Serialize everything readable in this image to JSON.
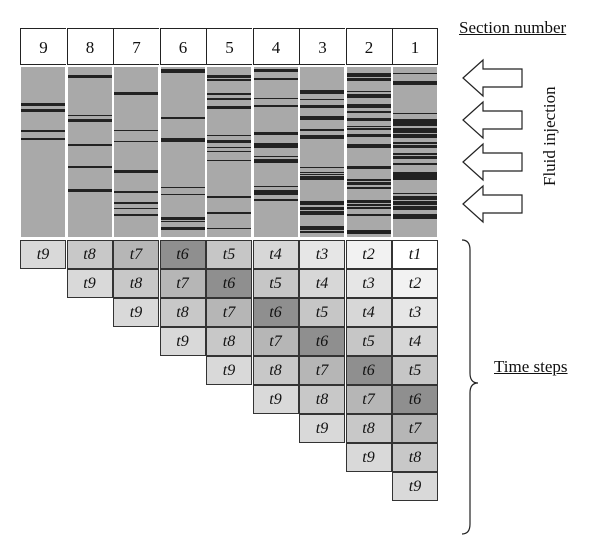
{
  "sections": [
    "9",
    "8",
    "7",
    "6",
    "5",
    "4",
    "3",
    "2",
    "1"
  ],
  "section_label": "Section number",
  "fluid_label": "Fluid injection",
  "time_label": "Time steps",
  "time_prefix": "t",
  "colors": {
    "t1": "#ffffff",
    "t2": "#f2f2f2",
    "t3": "#e6e6e6",
    "t4": "#d7d7d7",
    "t5": "#c6c6c6",
    "t6": "#8f8f8f",
    "t7": "#b6b6b6",
    "t8": "#c8c8c8",
    "t9": "#d9d9d9",
    "core": "#a9a9a9",
    "band": "#222222"
  },
  "band_counts": [
    4,
    8,
    8,
    10,
    14,
    16,
    18,
    22,
    26
  ],
  "arrow_count": 4
}
